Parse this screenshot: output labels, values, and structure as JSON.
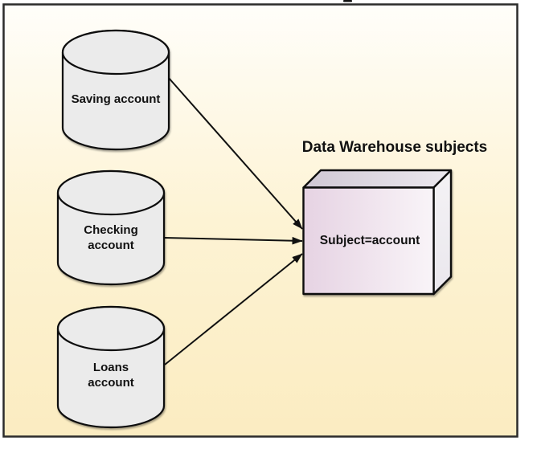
{
  "diagram": {
    "title": "Data Warehouse subjects",
    "sources": [
      {
        "id": "saving",
        "label_line1": "Saving account",
        "label_line2": ""
      },
      {
        "id": "checking",
        "label_line1": "Checking",
        "label_line2": "account"
      },
      {
        "id": "loans",
        "label_line1": "Loans",
        "label_line2": "account"
      }
    ],
    "target": {
      "id": "subject-account",
      "label": "Subject=account"
    },
    "connections": [
      {
        "from": "saving",
        "to": "subject-account"
      },
      {
        "from": "checking",
        "to": "subject-account"
      },
      {
        "from": "loans",
        "to": "subject-account"
      }
    ],
    "colors": {
      "background_top": "#fffefa",
      "background_mid": "#fdf3d4",
      "background_bottom": "#fbecc1",
      "frame_border": "#2b2b2b",
      "cylinder_fill": "#ebebeb",
      "box_front_left": "#e6d3e3",
      "box_front_right": "#f9f4f8",
      "box_top_left": "#d0c8d4",
      "box_top_right": "#ece9ef",
      "box_side_top": "#f4f2f5",
      "box_side_bottom": "#eae7ed",
      "stroke": "#111111"
    }
  }
}
